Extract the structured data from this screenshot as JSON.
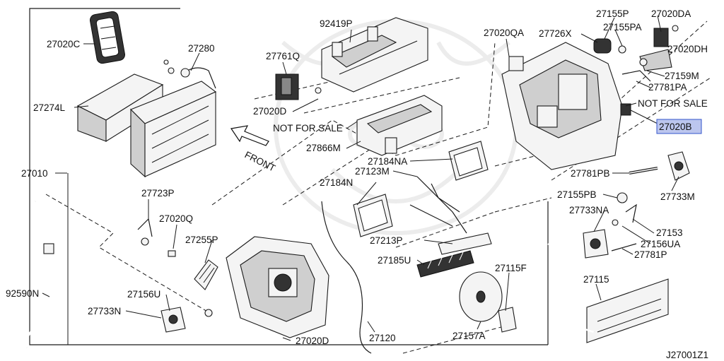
{
  "diagram": {
    "code": "J27001Z1",
    "direction_label": "FRONT",
    "highlight_color": "#bcc6ee",
    "labels": {
      "p27020C": "27020C",
      "p27280": "27280",
      "p27274L": "27274L",
      "p27010": "27010",
      "p92590N": "92590N",
      "p92419P": "92419P",
      "p27761Q": "27761Q",
      "p27020D_top": "27020D",
      "nfs_left": "NOT FOR SALE",
      "p27866M": "27866M",
      "p27020QA": "27020QA",
      "p27726X": "27726X",
      "p27155P": "27155P",
      "p27020DA": "27020DA",
      "p27155PA": "27155PA",
      "p27020DH": "27020DH",
      "p27159M": "27159M",
      "p27781PA": "27781PA",
      "nfs_right": "NOT FOR SALE",
      "p27020B": "27020B",
      "p27184NA": "27184NA",
      "p27123M": "27123M",
      "p27184N": "27184N",
      "p27781PB": "27781PB",
      "p27733M": "27733M",
      "p27155PB": "27155PB",
      "p27733NA": "27733NA",
      "p27153": "27153",
      "p27156UA": "27156UA",
      "p27781P": "27781P",
      "p27723P": "27723P",
      "p27020Q": "27020Q",
      "p27255P": "27255P",
      "p27213P": "27213P",
      "p27185U": "27185U",
      "p27115F": "27115F",
      "p27115": "27115",
      "p27156U": "27156U",
      "p27733N": "27733N",
      "p27020D_bottom": "27020D",
      "p27120": "27120",
      "p27157A": "27157A"
    }
  }
}
